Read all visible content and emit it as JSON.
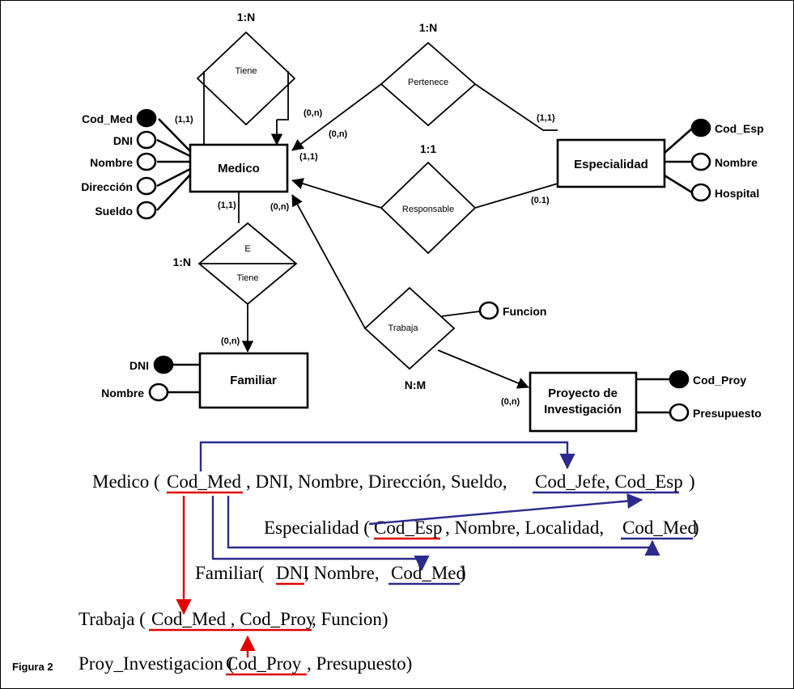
{
  "figure": {
    "caption": "Figura 2"
  },
  "colors": {
    "primary_key": "#e00000",
    "foreign_key": "#2b2b8f",
    "ink": "#000000",
    "background": "#ffffff"
  },
  "entities": [
    {
      "id": "medico",
      "name": "Medico"
    },
    {
      "id": "especialidad",
      "name": "Especialidad"
    },
    {
      "id": "familiar",
      "name": "Familiar"
    },
    {
      "id": "proyecto",
      "name": "Proyecto de\nInvestigación",
      "line1": "Proyecto de",
      "line2": "Investigación"
    }
  ],
  "attributes": {
    "medico": [
      {
        "label": "Cod_Med",
        "key": true
      },
      {
        "label": "DNI",
        "key": false
      },
      {
        "label": "Nombre",
        "key": false
      },
      {
        "label": "Dirección",
        "key": false
      },
      {
        "label": "Sueldo",
        "key": false
      }
    ],
    "especialidad": [
      {
        "label": "Cod_Esp",
        "key": true
      },
      {
        "label": "Nombre",
        "key": false
      },
      {
        "label": "Hospital",
        "key": false
      }
    ],
    "familiar": [
      {
        "label": "DNI",
        "key": true
      },
      {
        "label": "Nombre",
        "key": false
      }
    ],
    "proyecto": [
      {
        "label": "Cod_Proy",
        "key": true
      },
      {
        "label": "Presupuesto",
        "key": false
      }
    ],
    "trabaja": [
      {
        "label": "Funcion",
        "key": false
      }
    ]
  },
  "relationships": [
    {
      "id": "tiene_jefe",
      "label": "Tiene",
      "ratio": "1:N"
    },
    {
      "id": "pertenece",
      "label": "Pertenece",
      "ratio": "1:N"
    },
    {
      "id": "responsable",
      "label": "Responsable",
      "ratio": "1:1"
    },
    {
      "id": "tiene_fam",
      "label": "Tiene",
      "ratio": "1:N",
      "extra": "E"
    },
    {
      "id": "trabaja",
      "label": "Trabaja",
      "ratio": "N:M"
    }
  ],
  "cardinalities": [
    {
      "id": "c1",
      "text": "(1,1)"
    },
    {
      "id": "c2",
      "text": "(0,n)"
    },
    {
      "id": "c3",
      "text": "(0,n)"
    },
    {
      "id": "c4",
      "text": "(1,1)"
    },
    {
      "id": "c5",
      "text": "(1,1)"
    },
    {
      "id": "c6",
      "text": "(0,n)"
    },
    {
      "id": "c7",
      "text": "(1,1)"
    },
    {
      "id": "c8",
      "text": "(0.1)"
    },
    {
      "id": "c9",
      "text": "(0,n)"
    },
    {
      "id": "c10",
      "text": "(0,n)"
    }
  ],
  "schema": {
    "medico": {
      "name": "Medico (",
      "pk": "Cod_Med",
      "middle": ", DNI, Nombre, Dirección, Sueldo,",
      "fk": "Cod_Jefe, Cod_Esp",
      "close": ")"
    },
    "especialidad": {
      "name": "Especialidad (",
      "pk": "Cod_Esp",
      "middle": ", Nombre, Localidad,",
      "fk": "Cod_Med",
      "close": ")"
    },
    "familiar": {
      "name": "Familiar(",
      "pk": "DNI",
      "middle": ", Nombre,",
      "fk": "Cod_Med",
      "close": " )"
    },
    "trabaja": {
      "name": "Trabaja (",
      "pk": "Cod_Med , Cod_Proy",
      "middle": ", Funcion)",
      "fk": "",
      "close": ""
    },
    "proyecto": {
      "name": "Proy_Investigacion (",
      "pk": "Cod_Proy",
      "middle": ", Presupuesto)",
      "fk": "",
      "close": ""
    }
  }
}
